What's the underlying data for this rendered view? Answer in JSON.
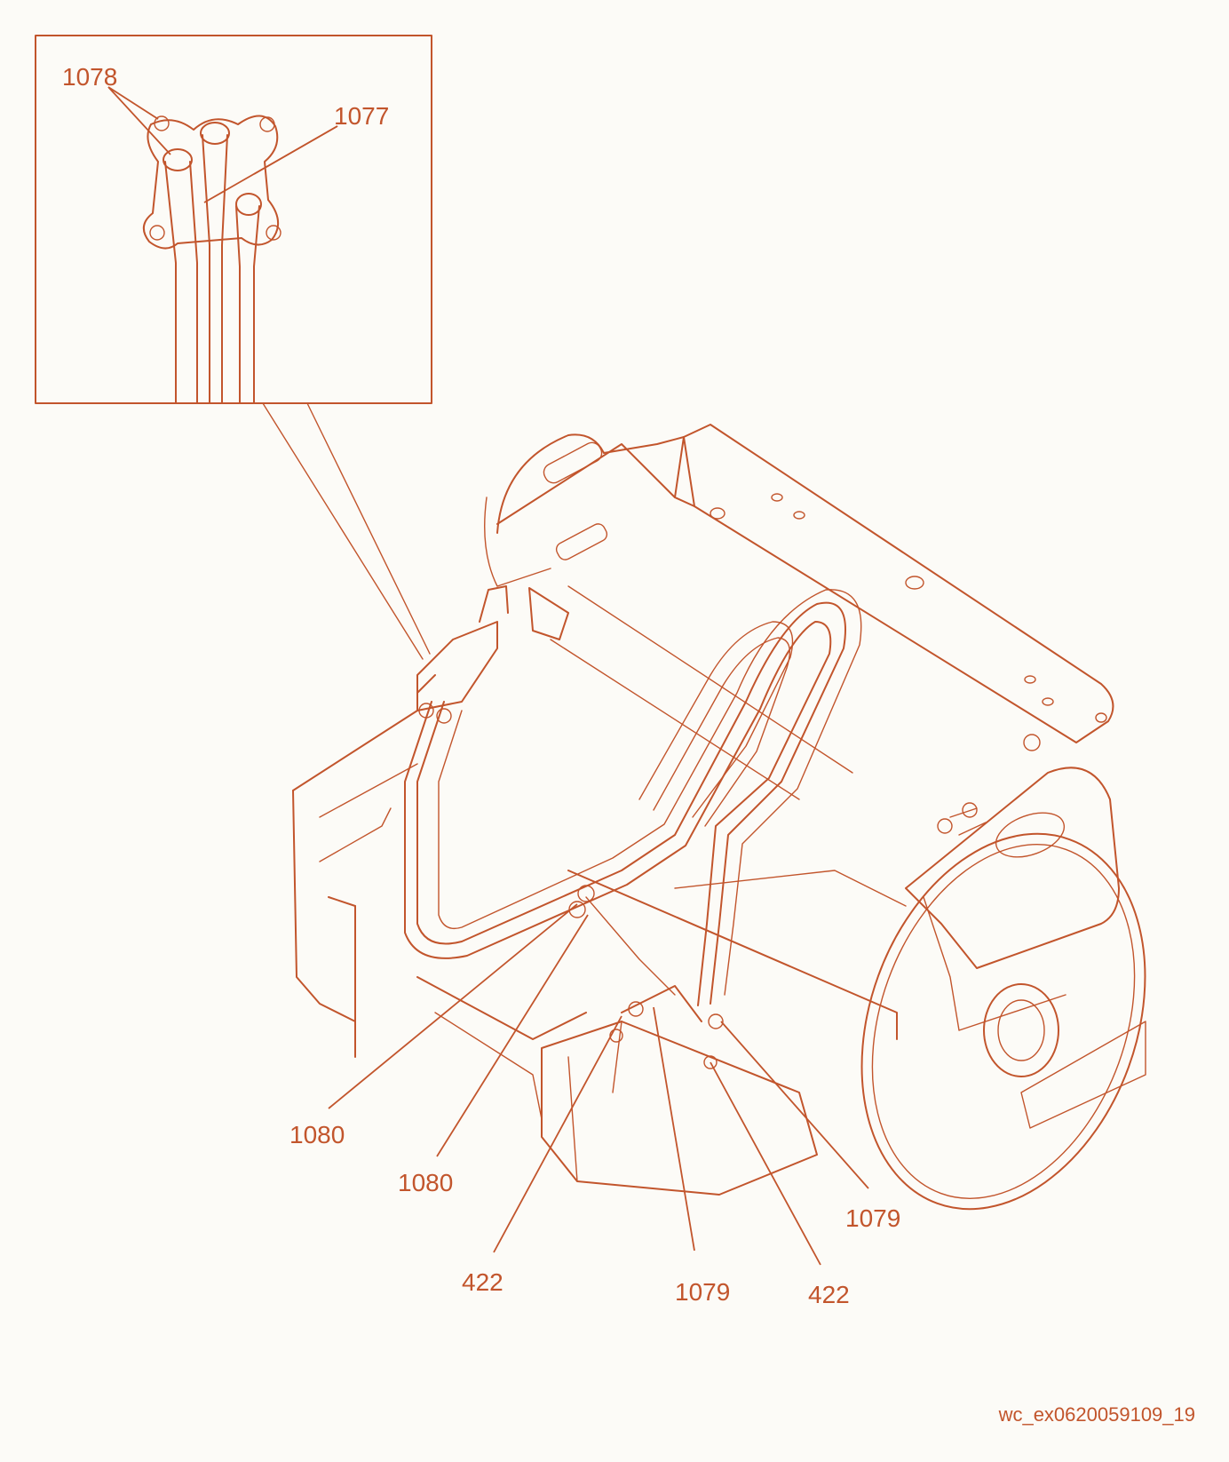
{
  "colors": {
    "line": "#c2552c",
    "background": "#fcfbf7"
  },
  "callouts": [
    {
      "id": "c1078",
      "label": "1078"
    },
    {
      "id": "c1077",
      "label": "1077"
    },
    {
      "id": "c1080a",
      "label": "1080"
    },
    {
      "id": "c1080b",
      "label": "1080"
    },
    {
      "id": "c422a",
      "label": "422"
    },
    {
      "id": "c1079a",
      "label": "1079"
    },
    {
      "id": "c422b",
      "label": "422"
    },
    {
      "id": "c1079b",
      "label": "1079"
    }
  ],
  "drawing_code": "wc_ex0620059109_19"
}
